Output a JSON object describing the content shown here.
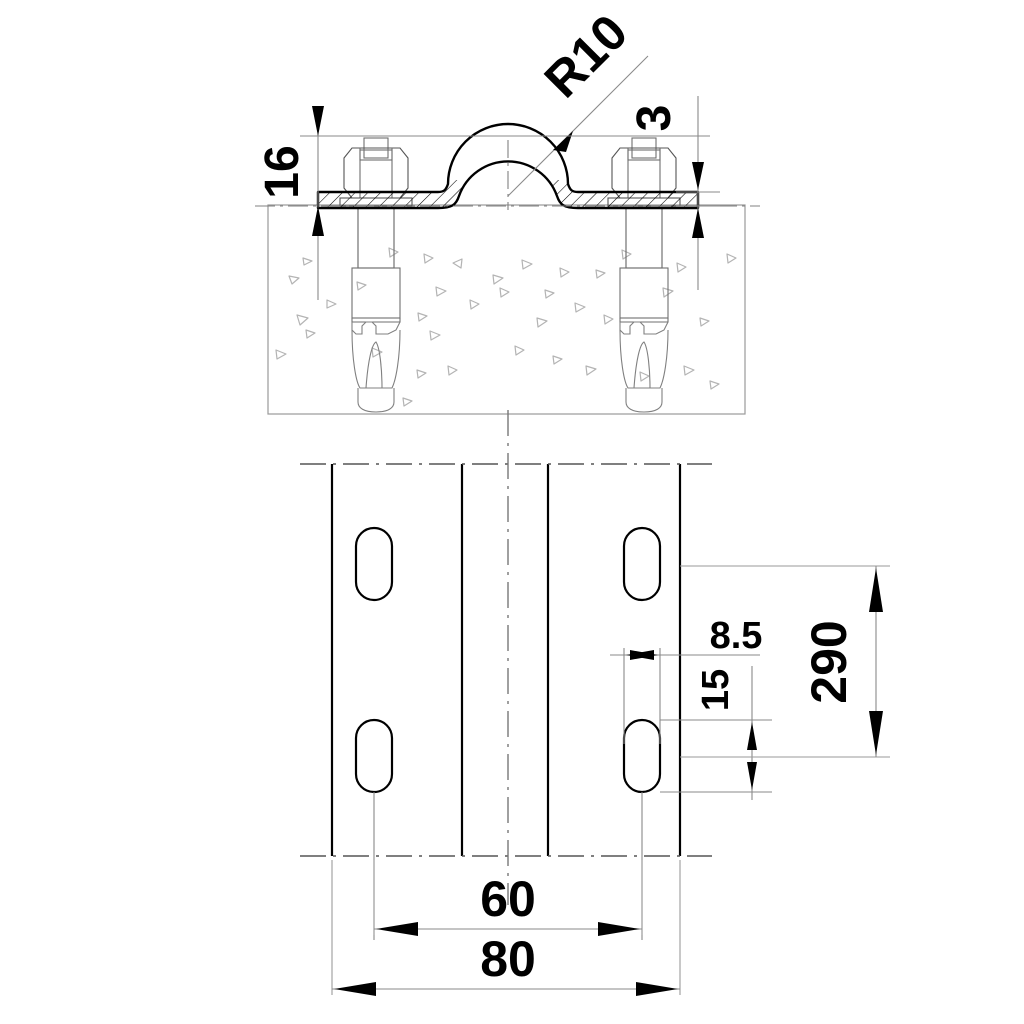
{
  "drawing": {
    "title": "Pipe saddle clamp mounting detail",
    "type": "technical-engineering-drawing",
    "projection": "two-view: section elevation over plan/front view",
    "units": "mm",
    "background_color": "#ffffff",
    "line_color": "#000000",
    "thin_line_color": "#9a9a9a",
    "hatch_color": "#000000"
  },
  "views": {
    "section_view": {
      "name": "Section elevation through saddle and anchors",
      "components": [
        "pipe-saddle-clamp",
        "hex-nut-left",
        "hex-nut-right",
        "anchor-bolt-left",
        "anchor-bolt-right",
        "concrete-substrate"
      ]
    },
    "plan_view": {
      "name": "Bracket front view with slotted holes",
      "components": [
        "bracket-outline",
        "slot-top-left",
        "slot-bottom-left",
        "slot-top-right",
        "slot-bottom-right",
        "saddle-projection-lines",
        "vertical-centerline"
      ]
    }
  },
  "dimensions": {
    "r10": {
      "label": "R10",
      "value": 10,
      "kind": "radius",
      "note": "saddle bend radius"
    },
    "h16": {
      "label": "16",
      "value": 16,
      "kind": "linear-vertical",
      "note": "overall saddle height above substrate"
    },
    "t3": {
      "label": "3",
      "value": 3,
      "kind": "linear-vertical",
      "note": "plate thickness"
    },
    "slot_width": {
      "label": "8.5",
      "value": 8.5,
      "kind": "linear-horizontal",
      "note": "slot width"
    },
    "slot_height": {
      "label": "15",
      "value": 15,
      "kind": "linear-vertical",
      "note": "slot length"
    },
    "overall_height": {
      "label": "290",
      "value": 290,
      "kind": "linear-vertical",
      "note": "overall bracket height"
    },
    "inner_width": {
      "label": "60",
      "value": 60,
      "kind": "linear-horizontal",
      "note": "slot centre to slot centre"
    },
    "outer_width": {
      "label": "80",
      "value": 80,
      "kind": "linear-horizontal",
      "note": "overall bracket width"
    }
  },
  "labels": {
    "r10": "R10",
    "h16": "16",
    "t3": "3",
    "slot_width": "8.5",
    "slot_height": "15",
    "overall_height": "290",
    "inner_width": "60",
    "outer_width": "80"
  }
}
